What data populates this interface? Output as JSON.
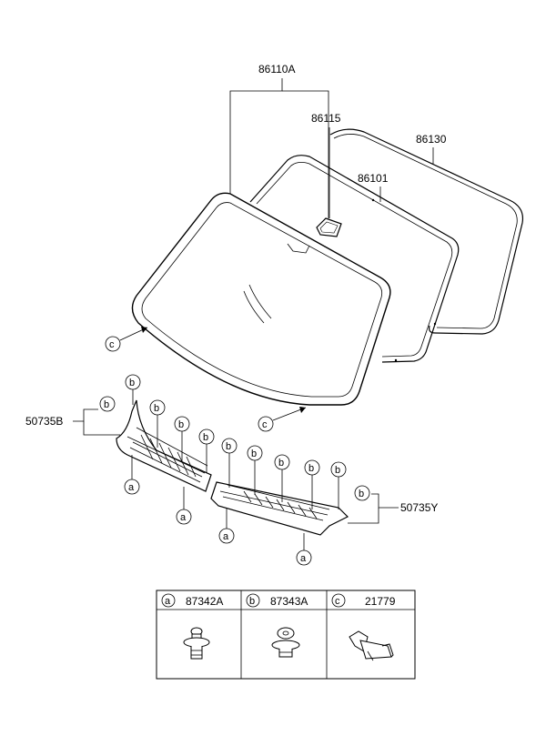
{
  "parts": {
    "glass_assy": "86110A",
    "mirror_bracket": "86115",
    "molding": "86130",
    "dam_rubber": "86101",
    "cowl_left": "50735B",
    "cowl_right": "50735Y"
  },
  "callouts": {
    "a": "a",
    "b": "b",
    "c": "c"
  },
  "legend": [
    {
      "letter": "a",
      "part": "87342A"
    },
    {
      "letter": "b",
      "part": "87343A"
    },
    {
      "letter": "c",
      "part": "21779"
    }
  ]
}
